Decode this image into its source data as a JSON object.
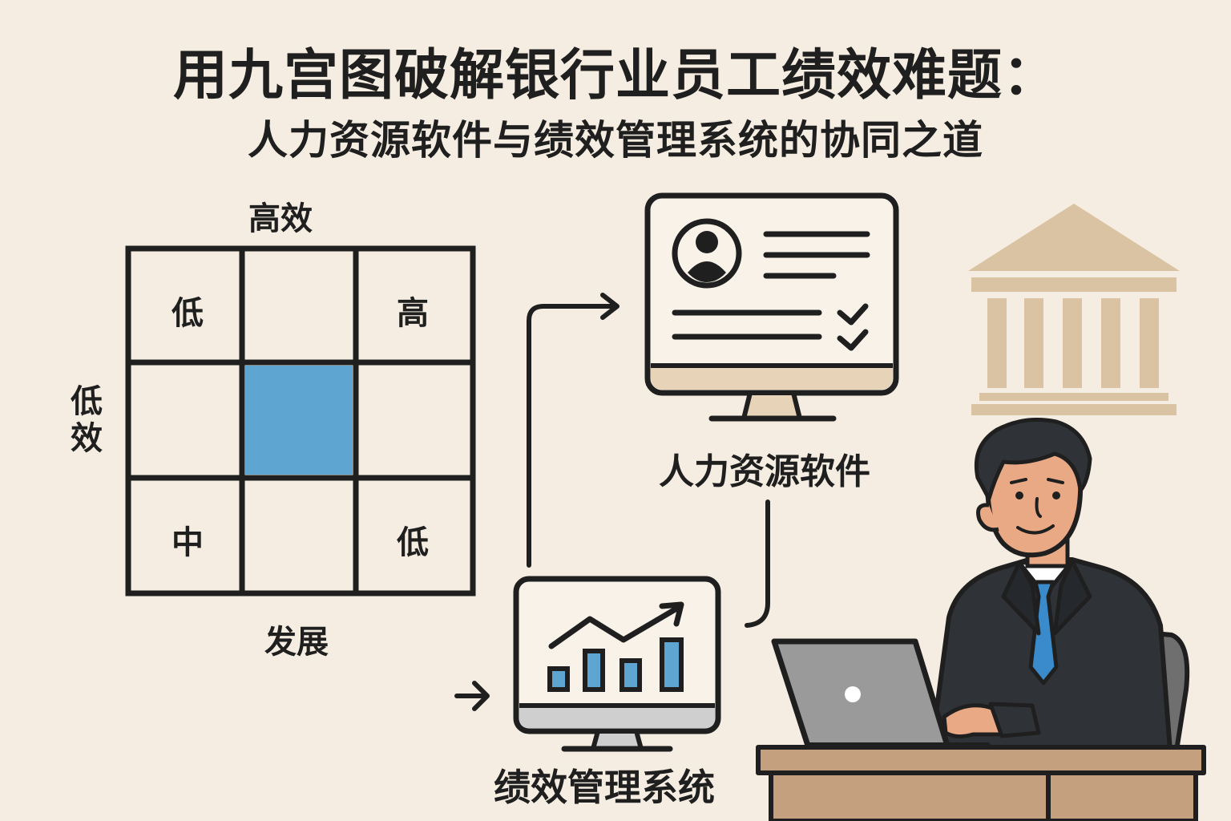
{
  "title": "用九宫图破解银行业员工绩效难题：",
  "subtitle": "人力资源软件与绩效管理系统的协同之道",
  "grid": {
    "top_label": "高效",
    "left_label": "低效",
    "bottom_label": "发展",
    "cells": [
      "低",
      "",
      "高",
      "",
      "",
      "",
      "中",
      "",
      "低"
    ],
    "highlight_cell": 4,
    "highlight_color": "#5ea6d1"
  },
  "hr_software": {
    "label": "人力资源软件"
  },
  "performance_system": {
    "label": "绩效管理系统"
  },
  "colors": {
    "background": "#f5ede1",
    "bank": "#d9c3a3",
    "chart_bar": "#5ea6d1",
    "desk": "#c4a07f",
    "suit": "#2f3338",
    "tie": "#3a8bcb",
    "laptop": "#9a9a9a"
  },
  "icons": [
    "bank-icon",
    "person-card-icon",
    "checkmark-icon",
    "growth-chart-icon",
    "arrow-right-icon"
  ]
}
